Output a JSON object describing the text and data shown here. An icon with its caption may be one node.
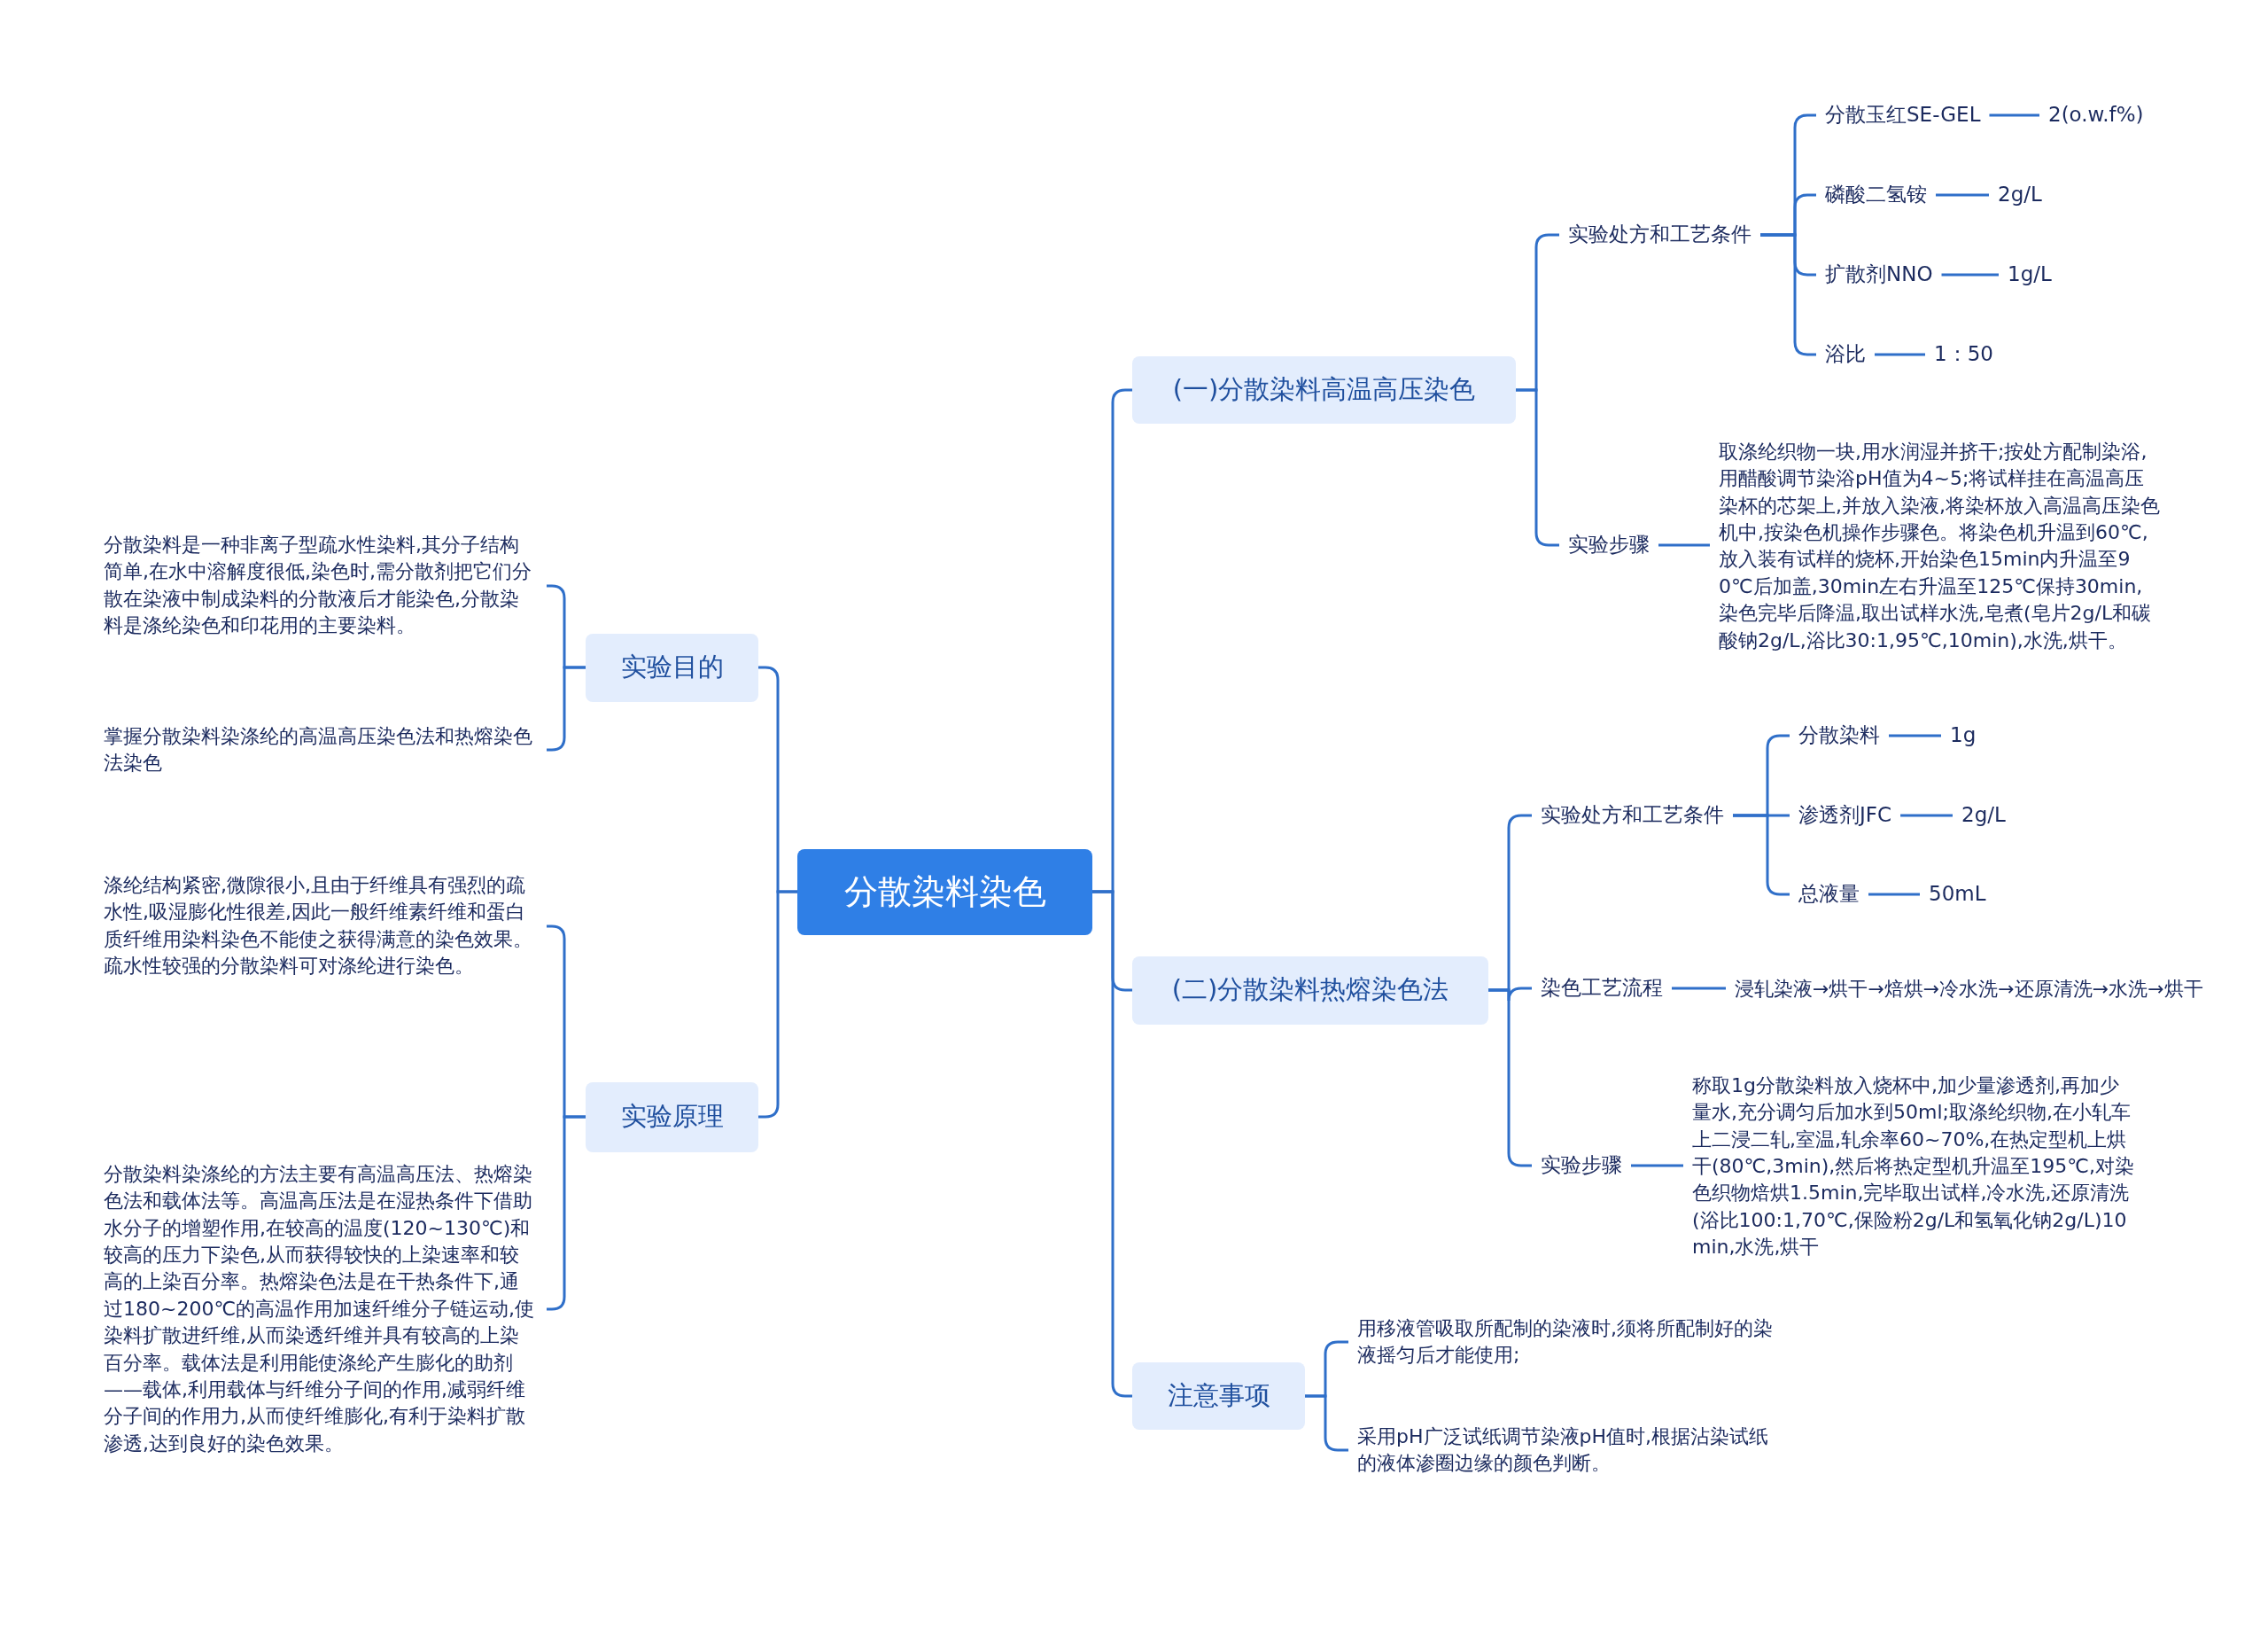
{
  "diagram": {
    "nodes": [
      {
        "text": [
          "分散染料染色"
        ]
      },
      {
        "text": [
          "实验目的"
        ]
      },
      {
        "text": [
          "分散染料是一种非离子型疏水性染料,其分子结构简单,在水中溶解度很低,染色时,需分散剂把它们分散在染液中制成染料的分散液后才能染色,分散染料是涤纶染色和印花用的主要染料。"
        ]
      },
      {
        "text": [
          "掌握分散染料染涤纶的高温高压染色法和热熔染色法染色"
        ]
      },
      {
        "text": [
          "实验原理"
        ]
      },
      {
        "text": [
          "涤纶结构紧密,微隙很小,且由于纤维具有强烈的疏水性,吸湿膨化性很差,因此一般纤维素纤维和蛋白质纤维用染料染色不能使之获得满意的染色效果。疏水性较强的分散染料可对涤纶进行染色。"
        ]
      },
      {
        "text": [
          "分散染料染涤纶的方法主要有高温高压法、热熔染色法和载体法等。高温高压法是在湿热条件下借助水分子的增塑作用,在较高的温度(120~130℃)和较高的压力下染色,从而获得较快的上染速率和较高的上染百分率。热熔染色法是在干热条件下,通过180~200℃的高温作用加速纤维分子链运动,使染料扩散进纤维,从而染透纤维并具有较高的上染百分率。载体法是利用能使涤纶产生膨化的助剂——载体,利用载体与纤维分子间的作用,减弱纤维分子间的作用力,从而使纤维膨化,有利于染料扩散渗透,达到良好的染色效果。"
        ]
      },
      {
        "text": [
          "(一)分散染料高温高压染色"
        ]
      },
      {
        "text": [
          "实验处方和工艺条件"
        ]
      },
      {
        "text": [
          "分散玉红SE-GEL"
        ]
      },
      {
        "text": [
          "2(o.w.f%)"
        ]
      },
      {
        "text": [
          "磷酸二氢铵"
        ]
      },
      {
        "text": [
          "2g/L"
        ]
      },
      {
        "text": [
          "扩散剂NNO"
        ]
      },
      {
        "text": [
          "1g/L"
        ]
      },
      {
        "text": [
          "浴比"
        ]
      },
      {
        "text": [
          "1：50"
        ]
      },
      {
        "text": [
          "实验步骤"
        ]
      },
      {
        "text": [
          "取涤纶织物一块,用水润湿并挤干;按处方配制染浴,用醋酸调节染浴pH值为4~5;将试样挂在高温高压染杯的芯架上,并放入染液,将染杯放入高温高压染色机中,按染色机操作步骤色。将染色机升温到60℃,放入装有试样的烧杯,开始染色15min内升温至90℃后加盖,30min左右升温至125℃保持30min,染色完毕后降温,取出试样水洗,皂煮(皂片2g/L和碳酸钠2g/L,浴比30:1,95℃,10min),水洗,烘干。"
        ]
      },
      {
        "text": [
          "(二)分散染料热熔染色法"
        ]
      },
      {
        "text": [
          "实验处方和工艺条件"
        ]
      },
      {
        "text": [
          "分散染料"
        ]
      },
      {
        "text": [
          "1g"
        ]
      },
      {
        "text": [
          "渗透剂JFC"
        ]
      },
      {
        "text": [
          "2g/L"
        ]
      },
      {
        "text": [
          "总液量"
        ]
      },
      {
        "text": [
          "50mL"
        ]
      },
      {
        "text": [
          "染色工艺流程"
        ]
      },
      {
        "text": [
          "浸轧染液→烘干→焙烘→冷水洗→还原清洗→水洗→烘干"
        ]
      },
      {
        "text": [
          "实验步骤"
        ]
      },
      {
        "text": [
          "称取1g分散染料放入烧杯中,加少量渗透剂,再加少量水,充分调匀后加水到50ml;取涤纶织物,在小轧车上二浸二轧,室温,轧余率60~70%,在热定型机上烘干(80℃,3min),然后将热定型机升温至195℃,对染色织物焙烘1.5min,完毕取出试样,冷水洗,还原清洗(浴比100:1,70℃,保险粉2g/L和氢氧化钠2g/L)10min,水洗,烘干"
        ]
      },
      {
        "text": [
          "注意事项"
        ]
      },
      {
        "text": [
          "用移液管吸取所配制的染液时,须将所配制好的染液摇匀后才能使用;"
        ]
      },
      {
        "text": [
          "采用pH广泛试纸调节染液pH值时,根据沾染试纸的液体渗圈边缘的颜色判断。"
        ]
      }
    ],
    "edges": [
      {
        "from": 0,
        "to": 1,
        "arrow": "none"
      },
      {
        "from": 1,
        "to": 2,
        "arrow": "none"
      },
      {
        "from": 1,
        "to": 3,
        "arrow": "none"
      },
      {
        "from": 0,
        "to": 4,
        "arrow": "none"
      },
      {
        "from": 4,
        "to": 5,
        "arrow": "none"
      },
      {
        "from": 4,
        "to": 6,
        "arrow": "none"
      },
      {
        "from": 0,
        "to": 7,
        "arrow": "none"
      },
      {
        "from": 7,
        "to": 8,
        "arrow": "none"
      },
      {
        "from": 8,
        "to": 9,
        "arrow": "none"
      },
      {
        "from": 9,
        "to": 10,
        "arrow": "none"
      },
      {
        "from": 8,
        "to": 11,
        "arrow": "none"
      },
      {
        "from": 11,
        "to": 12,
        "arrow": "none"
      },
      {
        "from": 8,
        "to": 13,
        "arrow": "none"
      },
      {
        "from": 13,
        "to": 14,
        "arrow": "none"
      },
      {
        "from": 8,
        "to": 15,
        "arrow": "none"
      },
      {
        "from": 15,
        "to": 16,
        "arrow": "none"
      },
      {
        "from": 7,
        "to": 17,
        "arrow": "none"
      },
      {
        "from": 17,
        "to": 18,
        "arrow": "none"
      },
      {
        "from": 0,
        "to": 19,
        "arrow": "none"
      },
      {
        "from": 19,
        "to": 20,
        "arrow": "none"
      },
      {
        "from": 20,
        "to": 21,
        "arrow": "none"
      },
      {
        "from": 21,
        "to": 22,
        "arrow": "none"
      },
      {
        "from": 20,
        "to": 23,
        "arrow": "none"
      },
      {
        "from": 23,
        "to": 24,
        "arrow": "none"
      },
      {
        "from": 20,
        "to": 25,
        "arrow": "none"
      },
      {
        "from": 25,
        "to": 26,
        "arrow": "none"
      },
      {
        "from": 19,
        "to": 27,
        "arrow": "none"
      },
      {
        "from": 27,
        "to": 28,
        "arrow": "none"
      },
      {
        "from": 19,
        "to": 29,
        "arrow": "none"
      },
      {
        "from": 29,
        "to": 30,
        "arrow": "none"
      },
      {
        "from": 0,
        "to": 31,
        "arrow": "none"
      },
      {
        "from": 31,
        "to": 32,
        "arrow": "none"
      },
      {
        "from": 31,
        "to": 33,
        "arrow": "none"
      }
    ]
  }
}
